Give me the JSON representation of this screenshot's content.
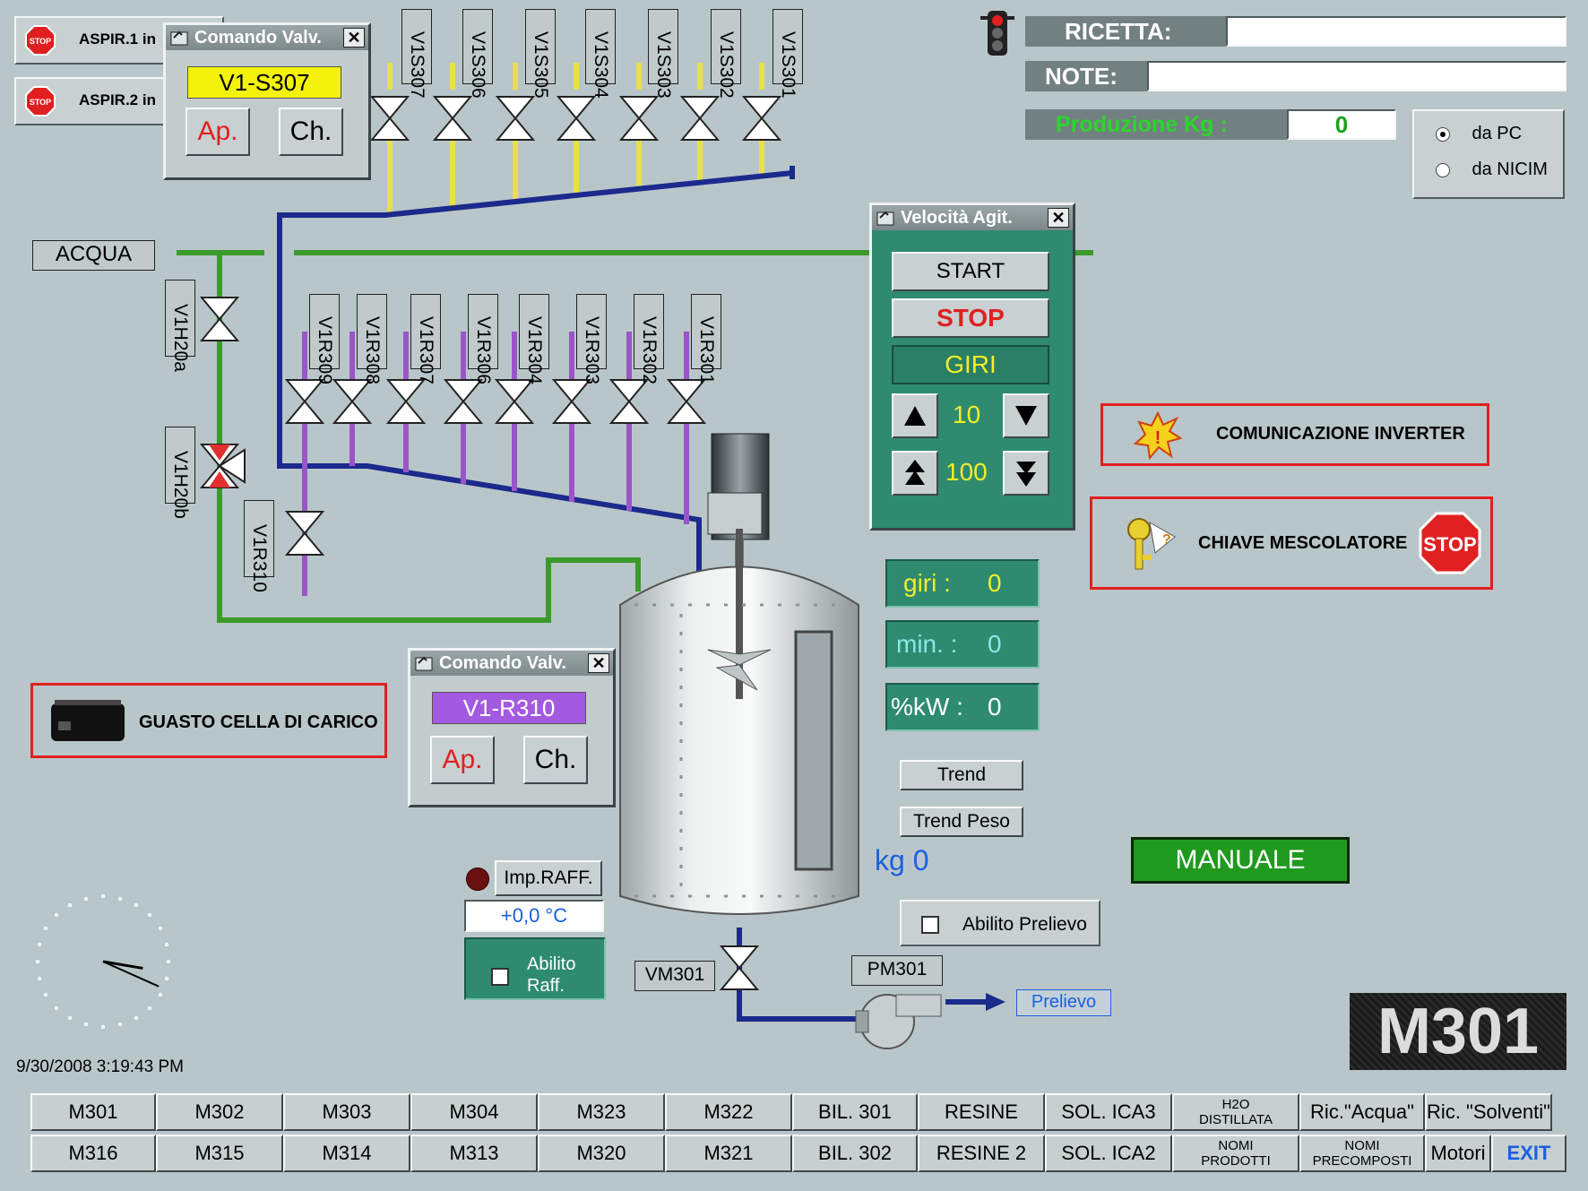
{
  "aspir": [
    {
      "label": "ASPIR.1 in"
    },
    {
      "label": "ASPIR.2 in"
    }
  ],
  "stop_icon_text": "STOP",
  "valve_cmd_top": {
    "title": "Comando Valv.",
    "valve": "V1-S307",
    "open": "Ap.",
    "close": "Ch.",
    "close_x": "✕"
  },
  "valve_cmd_mid": {
    "title": "Comando Valv.",
    "valve": "V1-R310",
    "open": "Ap.",
    "close": "Ch.",
    "close_x": "✕"
  },
  "s_valves": [
    "V1S307",
    "V1S306",
    "V1S305",
    "V1S304",
    "V1S303",
    "V1S302",
    "V1S301"
  ],
  "r_valves": [
    "V1R309",
    "V1R308",
    "V1R307",
    "V1R306",
    "V1R304",
    "V1R303",
    "V1R302",
    "V1R301"
  ],
  "acqua": "ACQUA",
  "h2o_valves": {
    "a": "V1H20a",
    "b": "V1H20b",
    "r310": "V1R310"
  },
  "recipe": {
    "ricetta_label": "RICETTA:",
    "ricetta_value": "",
    "note_label": "NOTE:",
    "note_value": "",
    "produzione_label": "Produzione  Kg :",
    "produzione_value": "0"
  },
  "source": {
    "options": [
      "da PC",
      "da NICIM"
    ],
    "selected": "da PC"
  },
  "agitator": {
    "title": "Velocità Agit.",
    "close_x": "✕",
    "start": "START",
    "stop": "STOP",
    "giri": "GIRI",
    "step_small": "10",
    "step_big": "100"
  },
  "readouts": {
    "giri_label": "giri :",
    "giri_value": "0",
    "min_label": "min. :",
    "min_value": "0",
    "kw_label": "%kW :",
    "kw_value": "0"
  },
  "buttons": {
    "trend": "Trend",
    "trend_peso": "Trend Peso",
    "imp_raff": "Imp.RAFF."
  },
  "kg": "kg 0",
  "temperature": "+0,0  °C",
  "abilito_raff": "Abilito\nRaff.",
  "abilito_prelievo": "Abilito Prelievo",
  "alarms": {
    "inverter": "COMUNICAZIONE  INVERTER",
    "chiave": "CHIAVE MESCOLATORE",
    "cella": "GUASTO CELLA DI CARICO"
  },
  "mode": "MANUALE",
  "unit_id": "M301",
  "equip": {
    "vm": "VM301",
    "pm": "PM301",
    "prelievo": "Prelievo"
  },
  "datetime": "9/30/2008 3:19:43 PM",
  "clock": {
    "hour": 3,
    "minute": 19
  },
  "nav_row1": [
    "M301",
    "M302",
    "M303",
    "M304",
    "M323",
    "M322",
    "BIL. 301",
    "RESINE",
    "SOL. ICA3",
    "H2O\nDISTILLATA",
    "Ric.\"Acqua\"",
    "Ric. \"Solventi\""
  ],
  "nav_row2": [
    "M316",
    "M315",
    "M314",
    "M313",
    "M320",
    "M321",
    "BIL. 302",
    "RESINE 2",
    "SOL. ICA2",
    "NOMI\nPRODOTTI",
    "NOMI\nPRECOMPOSTI",
    "Motori",
    "EXIT"
  ],
  "colors": {
    "background": "#b9c6c9",
    "pipe_blue": "#1b2a8c",
    "pipe_yellow": "#e8e04a",
    "pipe_purple": "#9a55c8",
    "pipe_green": "#3a9a2a",
    "alarm_red": "#e02020",
    "panel_green": "#2e8b70",
    "manuale_green": "#1f9a1f"
  }
}
